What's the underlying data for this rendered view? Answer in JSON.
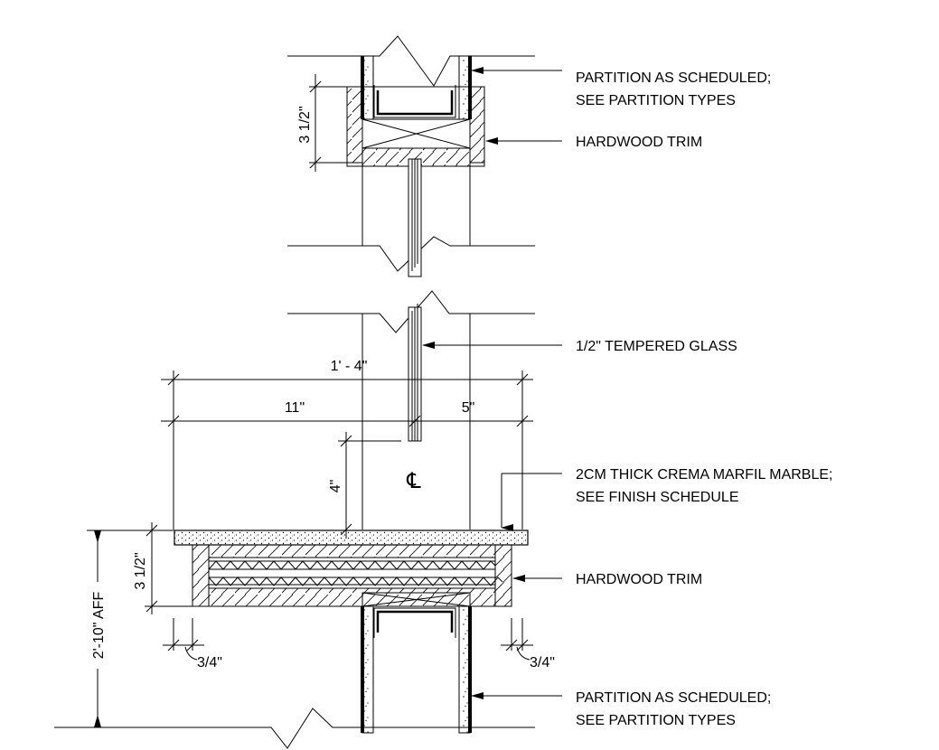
{
  "labels": {
    "partition_top_line1": "PARTITION AS SCHEDULED;",
    "partition_top_line2": "SEE PARTITION TYPES",
    "trim_top": "HARDWOOD TRIM",
    "glass": "1/2\" TEMPERED GLASS",
    "marble_line1": "2CM THICK CREMA MARFIL MARBLE;",
    "marble_line2": "SEE FINISH SCHEDULE",
    "trim_bottom": "HARDWOOD TRIM",
    "partition_bottom_line1": "PARTITION AS SCHEDULED;",
    "partition_bottom_line2": "SEE PARTITION TYPES"
  },
  "dimensions": {
    "head_trim_height": "3 1/2\"",
    "overall_width": "1' - 4\"",
    "left_width": "11\"",
    "right_width": "5\"",
    "glass_to_sill": "4\"",
    "sill_trim_height": "3 1/2\"",
    "sill_height": "2'-10\" AFF",
    "left_reveal": "3/4\"",
    "right_reveal": "3/4\""
  },
  "centerline_symbol": "℄"
}
